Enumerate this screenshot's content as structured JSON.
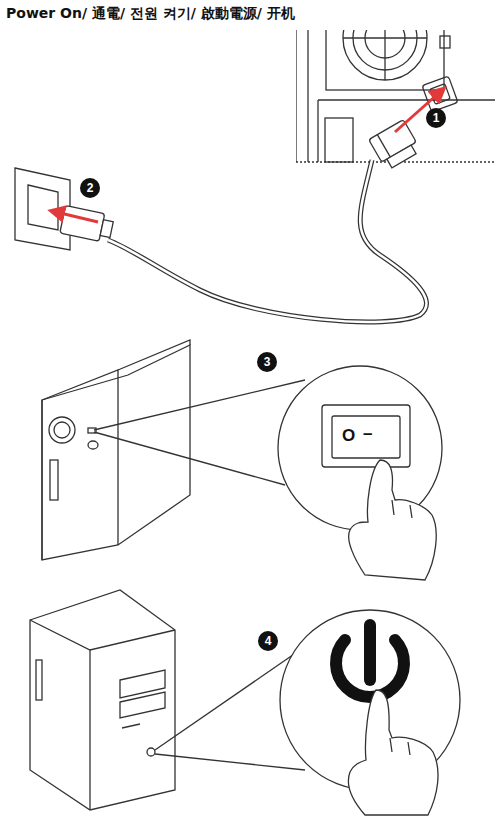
{
  "diagram": {
    "title": "Power On/ 通電/ 전원 켜기/ 啟動電源/ 开机",
    "labels": [
      "1",
      "2",
      "3",
      "4",
      "O",
      "–"
    ]
  }
}
